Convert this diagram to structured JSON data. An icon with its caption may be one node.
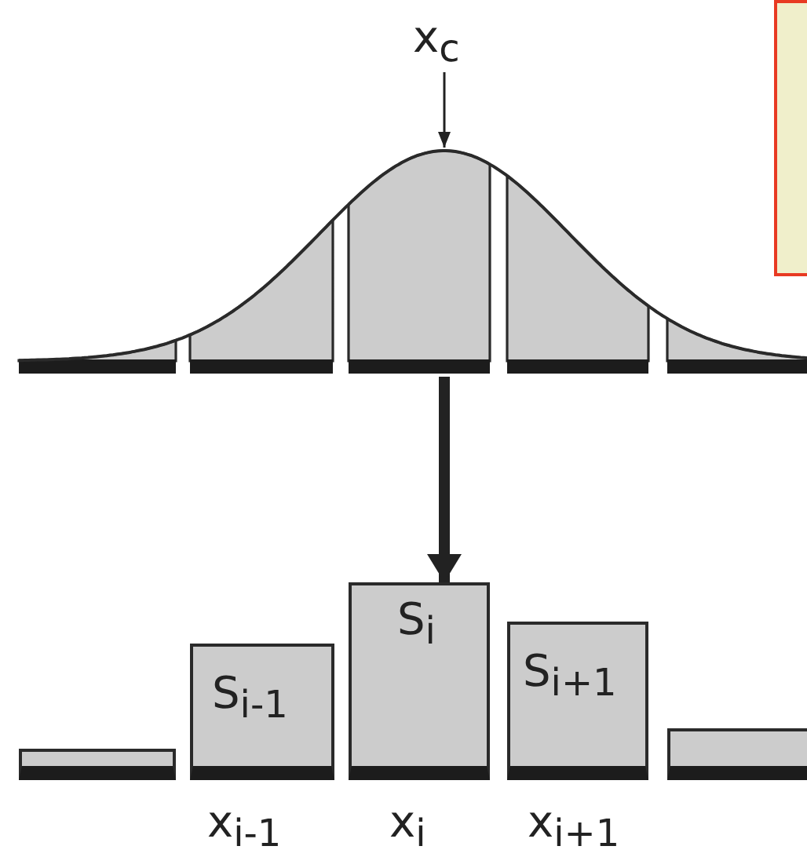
{
  "diagram": {
    "nodes": [
      {
        "text": [
          "x$_{c}$"
        ]
      },
      {
        "text": [],
        "shape": "picture"
      },
      {
        "text": [],
        "shape": "bar"
      },
      {
        "text": [
          "S$_{i-1}$"
        ]
      },
      {
        "text": [
          "S$_{i}$"
        ]
      },
      {
        "text": [
          "S$_{i+1}$"
        ]
      },
      {
        "text": [],
        "shape": "bar"
      }
    ],
    "edges": [
      {
        "from": 0,
        "to": 1,
        "arrow": "to"
      },
      {
        "from": 1,
        "to": 4,
        "arrow": "to",
        "style": "thick"
      }
    ],
    "labels": [
      "x$_{i-1}$",
      "x$_{i}$",
      "x$_{i+1}$"
    ]
  }
}
